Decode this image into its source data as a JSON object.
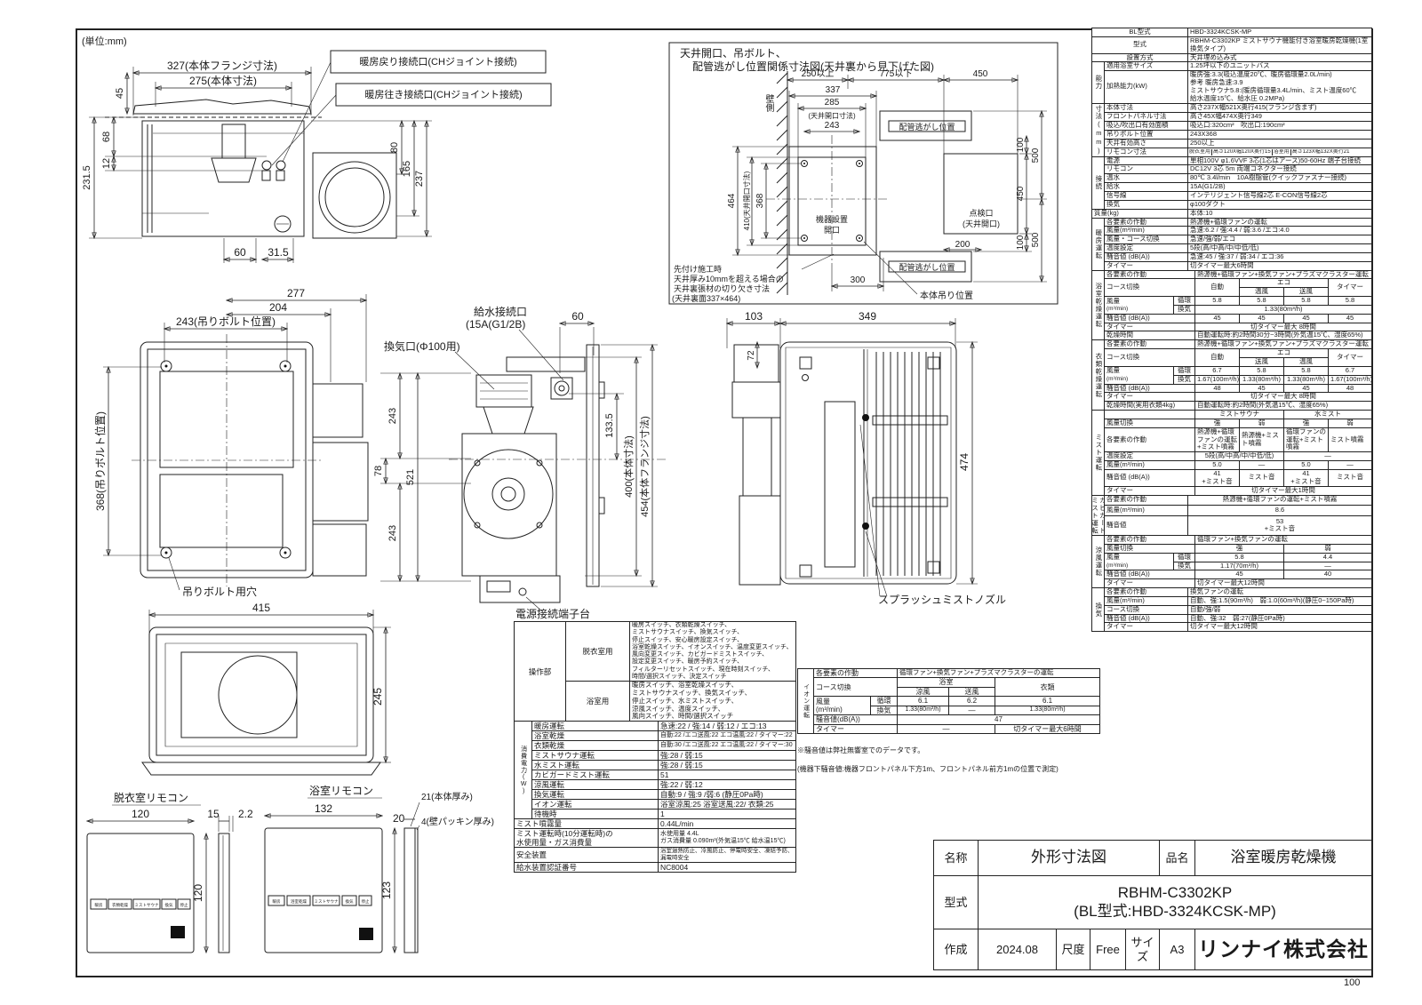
{
  "page": {
    "unit_note": "(単位:mm)",
    "page_number": "100"
  },
  "v1": {
    "d327": "327(本体フランジ寸法)",
    "d275": "275(本体寸法)",
    "d45": "45",
    "d68": "68",
    "d12": "12",
    "d2315": "231.5",
    "d60": "60",
    "d315": "31.5",
    "d80": "80",
    "d165": "165",
    "d237": "237",
    "lbl_return": "暖房戻り接続口(CHジョイント接続)",
    "lbl_supply": "暖房往き接続口(CHジョイント接続)"
  },
  "v2": {
    "title1": "天井開口、吊ボルト、",
    "title2": "配管逃がし位置関係寸法図(天井裏から見下げた図)",
    "wall": "壁側",
    "d250": "250以上",
    "d775": "775以下",
    "d450": "450",
    "d337": "337",
    "d285": "285",
    "d285n": "(天井開口寸法)",
    "d243": "243",
    "d464": "464",
    "d410": "410(天井開口寸法)",
    "d368": "368",
    "d100a": "100",
    "d450r": "450",
    "d100b": "100",
    "d500a": "500",
    "d500b": "500",
    "d200": "200",
    "d300": "300",
    "pipe_top": "配管逃がし位置",
    "pipe_bottom": "配管逃がし位置",
    "kiki1": "機器設置",
    "kiki2": "開口",
    "tenken1": "点検口",
    "tenken2": "(天井開口)",
    "honban": "本体吊り位置",
    "note1": "先付け施工時",
    "note2": "天井厚み10mmを超える場合の",
    "note3": "天井裏張材の切り欠き寸法",
    "note4": "(天井裏面337×464)"
  },
  "v3": {
    "d277": "277",
    "d204": "204",
    "d243": "243(吊りボルト位置)",
    "d368": "368(吊りボルト位置)",
    "hole": "吊りボルト用穴"
  },
  "v4": {
    "water1": "給水接続口",
    "water2": "(15A(G1/2B)",
    "vent": "換気口(Φ100用)",
    "d60": "60",
    "d243a": "243",
    "d78": "78",
    "d521": "521",
    "d243b": "243",
    "d1335": "133.5",
    "d400": "400(本体寸法)",
    "d454": "454(本体フランジ寸法)",
    "power": "電源接続端子台"
  },
  "v5": {
    "d103": "103",
    "d349": "349",
    "d72": "72",
    "d474": "474",
    "nozzle": "スプラッシュミストノズル"
  },
  "v6": {
    "d415": "415",
    "d245": "245"
  },
  "remotes": {
    "datsui_title": "脱衣室リモコン",
    "yoku_title": "浴室リモコン",
    "d120w": "120",
    "d120h": "120",
    "d15": "15",
    "d22": "2.2",
    "d132": "132",
    "d123": "123",
    "d21": "21(本体厚み)",
    "d20": "20",
    "d4": "4(壁パッキン厚み)",
    "datsui_buttons": [
      "暖房",
      "衣類乾燥",
      "ミストサウナ",
      "換気",
      "停止"
    ],
    "yoku_buttons": [
      "暖房",
      "浴室乾燥",
      "ミストサウナ",
      "換気",
      "停止"
    ]
  },
  "controls": {
    "group": "操作部",
    "rows": [
      {
        "label": "脱衣室用",
        "value": "暖房スイッチ、衣類乾燥スイッチ、\nミストサウナスイッチ、換気スイッチ、\n停止スイッチ、安心暖房設定スイッチ、\n浴室乾燥スイッチ、イオンスイッチ、温度変更スイッチ、\n風向変更スイッチ、カビガードミストスイッチ、\n設定変更スイッチ、暖房予約スイッチ、\nフィルターリセットスイッチ、現在時刻スイッチ、\n時間/選択スイッチ、決定スイッチ"
      },
      {
        "label": "浴室用",
        "value": "暖房スイッチ、浴室乾燥スイッチ、\nミストサウナスイッチ、換気スイッチ、\n停止スイッチ、水ミストスイッチ、\n涼風スイッチ、温度スイッチ、\n風向スイッチ、時間/選択スイッチ"
      }
    ]
  },
  "power": {
    "group": "消費電力(W)",
    "rows": [
      {
        "label": "暖房運転",
        "value": "急速:22 / 強:14 / 弱:12 / エコ:13"
      },
      {
        "label": "浴室乾燥",
        "value": "自動:22 /エコ送風:22 エコ温風:22 / タイマー:22"
      },
      {
        "label": "衣類乾燥",
        "value": "自動:30 /エコ送風:22 エコ温風:22 / タイマー:30"
      },
      {
        "label": "ミストサウナ運転",
        "value": "強:28 / 弱:15"
      },
      {
        "label": "水ミスト運転",
        "value": "強:28 / 弱:15"
      },
      {
        "label": "カビガードミスト運転",
        "value": "51"
      },
      {
        "label": "涼風運転",
        "value": "強:22 / 弱:12"
      },
      {
        "label": "換気運転",
        "value": "自動:9 / 強:9 /弱:6 (静圧0Pa時)"
      },
      {
        "label": "イオン運転",
        "value": "浴室涼風:25 浴室送風:22/ 衣類:25"
      },
      {
        "label": "待機時",
        "value": "1"
      }
    ]
  },
  "misc": {
    "rows": [
      {
        "label": "ミスト噴霧量",
        "value": "0.44L/min"
      },
      {
        "label": "ミスト運転時(10分運転時)の\n水使用量・ガス消費量",
        "value": "水使用量 4.4L\nガス消費量 0.090m³(外気温15℃ 給水温15℃)"
      },
      {
        "label": "安全装置",
        "value": "浴室過熱防止、冷風防止、停電時安全、凍結予防、漏電時安全"
      },
      {
        "label": "給水装置認証番号",
        "value": "NC8004"
      }
    ]
  },
  "ion": {
    "group": "イオン運転",
    "sakudo_label": "各要素の作動",
    "sakudo": "循環ファン+換気ファン+プラズマクラスターの運転",
    "course_label": "コース切換",
    "yokushitsu": "浴室",
    "irui": "衣類",
    "ryofu": "涼風",
    "sofu": "送風",
    "furyo_label": "風量",
    "furyo_unit": "(m³/min)",
    "junkan": "循環",
    "kanki": "換気",
    "j1": "6.1",
    "j2": "6.2",
    "j3": "6.1",
    "k1": "1.33(80m³/h)",
    "k2": "―",
    "k3": "1.33(80m³/h)",
    "soon_label": "騒音値(dB(A))",
    "soon": "47",
    "timer_label": "タイマー",
    "t1": "―",
    "t2": "切タイマー最大6時間",
    "note1": "※騒音値は弊社無響室でのデータです。",
    "note2": "(機器下騒音値:機器フロントパネル下方1m、フロントパネル前方1mの位置で測定)"
  },
  "spec": {
    "top": [
      {
        "label": "BL型式",
        "value": "HBD-3324KCSK-MP"
      },
      {
        "label": "型式",
        "value": "RBHM-C3302KP ミストサウナ機能付き浴室暖房乾燥機(1室換気タイプ)"
      },
      {
        "label": "設置方式",
        "value": "天井埋め込み式"
      }
    ],
    "noryoku": {
      "name": "能力",
      "r1l": "適用浴室サイズ",
      "r1v": "1.25坪以下のユニットバス",
      "r2l": "加熱能力(kW)",
      "r2v": "暖房強:3.3(吸込温度20℃、暖房循環量2.0L/min)\n参考 暖房急速:3.9\nミストサウナ5.8:(暖房循環量3.4L/min、ミスト温度60℃\n給水温度15℃、給水圧 0.2MPa)"
    },
    "sunpo": {
      "name": "寸法(mm)",
      "rows": [
        {
          "label": "本体寸法",
          "value": "高さ237X幅521X奥行415(フランジ含まず)"
        },
        {
          "label": "フロントパネル寸法",
          "value": "高さ45X幅474X奥行349"
        },
        {
          "label": "吸込/吹出口有効面積",
          "value": "吸込口:320cm²　吹出口:190cm²"
        },
        {
          "label": "吊りボルト位置",
          "value": "243X368"
        },
        {
          "label": "天井有効高さ",
          "value": "250以上"
        }
      ],
      "remocon_label": "リモコン寸法",
      "rc1": "脱衣室用",
      "rc1v": "高さ120X幅120X奥行15",
      "rc2": "浴室用",
      "rc2v": "高さ123X幅132X奥行21"
    },
    "setsuzoku": {
      "name": "接続",
      "rows": [
        {
          "label": "電源",
          "value": "単相100V φ1.6VVF 3芯(1芯はアース)50-60Hz 端子台接続"
        },
        {
          "label": "リモコン",
          "value": "DC12V 3芯 5m 両端コネクター接続"
        },
        {
          "label": "温水",
          "value": "80℃ 3.4l/min　10A樹脂管(クイックファスナー接続)"
        },
        {
          "label": "給水",
          "value": "15A(G1/2B)"
        },
        {
          "label": "信号線",
          "value": "インテリジェント信号線2芯 E-CON信号線2芯"
        },
        {
          "label": "換気",
          "value": "φ100ダクト"
        }
      ]
    },
    "mass_label": "質量(kg)",
    "mass": "本体:10",
    "danbo": {
      "name": "暖房運転",
      "rows": [
        {
          "label": "各要素の作動",
          "value": "熱源機+循環ファンの運転"
        },
        {
          "label": "風量(m³/min)",
          "value": "急速:6.2 / 強:4.4 / 弱:3.6 /エコ:4.0"
        },
        {
          "label": "風量・コース切換",
          "value": "急速/強/弱/エコ"
        },
        {
          "label": "温度設定",
          "value": "5段(高/中高/中/中低/低)"
        },
        {
          "label": "騒音値 (dB(A))",
          "value": "急速:45 / 強:37 / 弱:34 / エコ:36"
        },
        {
          "label": "タイマー",
          "value": "切タイマー最大6時間"
        }
      ]
    },
    "yoku": {
      "name": "浴室乾燥運転",
      "sakudo_label": "各要素の作動",
      "sakudo": "熱源機+循環ファン+換気ファン+プラズマクラスター運転",
      "course_label": "コース切換",
      "auto": "自動",
      "eco": "エコ",
      "timer_h": "タイマー",
      "sub1": "温風",
      "sub2": "送風",
      "furyo_label": "風量",
      "furyo_unit": "(m³/min)",
      "junkan": "循環",
      "kanki": "換気",
      "j": [
        "5.8",
        "5.8",
        "5.8",
        "5.8"
      ],
      "k": "1.33(80m³/h)",
      "soon_label": "騒音値 (dB(A))",
      "s": [
        "45",
        "45",
        "45",
        "45"
      ],
      "timer_label": "タイマー",
      "timer": "切タイマー最大 8時間",
      "kanso_label": "乾燥時間",
      "kanso": "自動運転時:約2時間30分~3時間(外気温15℃、湿度65%)"
    },
    "irui": {
      "name": "衣類乾燥運転",
      "sakudo_label": "各要素の作動",
      "sakudo": "熱源機+循環ファン+換気ファン+プラズマクラスター運転",
      "course_label": "コース切換",
      "auto": "自動",
      "eco": "エコ",
      "timer_h": "タイマー",
      "sub1": "送風",
      "sub2": "温風",
      "furyo_label": "風量",
      "furyo_unit": "(m³/min)",
      "junkan": "循環",
      "kanki": "換気",
      "j": [
        "6.7",
        "5.8",
        "5.8",
        "6.7"
      ],
      "k": [
        "1.67(100m³/h)",
        "1.33(80m³/h)",
        "1.33(80m³/h)",
        "1.67(100m³/h)"
      ],
      "soon_label": "騒音値 (dB(A))",
      "s": [
        "48",
        "45",
        "45",
        "48"
      ],
      "timer_label": "タイマー",
      "timer": "切タイマー最大 8時間",
      "kanso_label": "乾燥時間(実用衣類4kg)",
      "kanso": "自動運転時:約2時間(外気温15℃、湿度65%)"
    },
    "mist": {
      "name": "ミスト運転",
      "h1": "ミストサウナ",
      "h2": "水ミスト",
      "kirikae_label": "風量切換",
      "kk": [
        "強",
        "弱",
        "強",
        "弱"
      ],
      "sakudo_label": "各要素の作動",
      "sd": [
        "熱源機+循環ファンの運転+ミスト噴霧",
        "熱源機+ミスト噴霧",
        "循環ファンの運転+ミスト噴霧",
        "ミスト噴霧"
      ],
      "ondo_label": "温度設定",
      "ondo1": "5段(高/中高/中/中低/低)",
      "ondo2": "―",
      "furyo_label": "風量(m³/min)",
      "f": [
        "5.0",
        "―",
        "5.0",
        "―"
      ],
      "soon_label": "騒音値 (dB(A))",
      "s": [
        "41\n+ミスト音",
        "ミスト音",
        "41\n+ミスト音",
        "ミスト音"
      ],
      "timer_label": "タイマー",
      "timer": "切タイマー最大1時間"
    },
    "kabi": {
      "name": "カビガード\nミスト運転",
      "rows": [
        {
          "label": "各要素の作動",
          "value": "熱源機+循環ファンの運転+ミスト噴霧"
        },
        {
          "label": "風量(m³/min)",
          "value": "8.6"
        },
        {
          "label": "騒音値",
          "value": "53\n+ミスト音"
        }
      ]
    },
    "ryofu": {
      "name": "涼風運転",
      "sakudo_label": "各要素の作動",
      "sakudo": "循環ファン+換気ファンの運転",
      "kirikae_label": "風量切換",
      "c1": "強",
      "c2": "弱",
      "furyo_label": "風量",
      "furyo_unit": "(m³/min)",
      "junkan": "循環",
      "kanki": "換気",
      "j": [
        "5.8",
        "4.4"
      ],
      "k": [
        "1.17(70m³/h)",
        "―"
      ],
      "soon_label": "騒音値 (dB(A))",
      "s": [
        "45",
        "40"
      ],
      "timer_label": "タイマー",
      "timer": "切タイマー最大12時間"
    },
    "kanki": {
      "name": "換気",
      "rows": [
        {
          "label": "各要素の作動",
          "value": "換気ファンの運転"
        },
        {
          "label": "風量(m³/min)",
          "value": "自動、強:1.5(90m³/h)　弱:1.0(60m³/h)(静圧0~150Pa時)"
        },
        {
          "label": "コース切換",
          "value": "自動/強/弱"
        },
        {
          "label": "騒音値 (dB(A))",
          "value": "自動、強:32　弱:27(静圧0Pa時)"
        },
        {
          "label": "タイマー",
          "value": "切タイマー最大12時間"
        }
      ]
    }
  },
  "title_block": {
    "name_label": "名称",
    "name": "外形寸法図",
    "hinmei_label": "品名",
    "hinmei": "浴室暖房乾燥機",
    "kata_label": "型式",
    "kata1": "RBHM-C3302KP",
    "kata2": "(BL型式:HBD-3324KCSK-MP)",
    "sakusei_label": "作成",
    "date": "2024.08",
    "shakudo_label": "尺度",
    "shakudo": "Free",
    "size_label": "サイズ",
    "size": "A3",
    "company": "リンナイ株式会社"
  }
}
